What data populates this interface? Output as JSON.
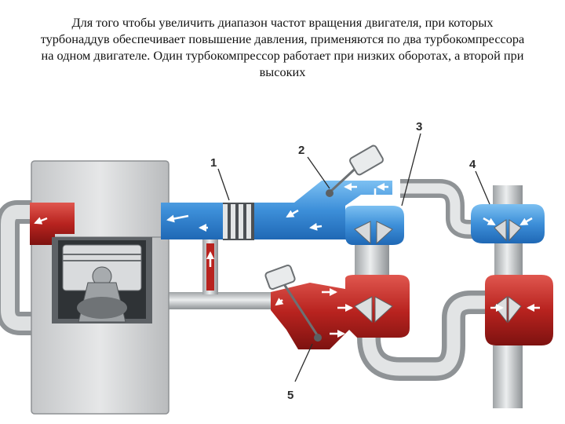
{
  "caption": {
    "lines": [
      "Для того чтобы увеличить диапазон частот вращения двигателя, при которых",
      "турбонаддув обеспечивает повышение давления, применяются по два турбокомпрессора",
      "на одном двигателе. Один турбокомпрессор работает при низких оборотах, а второй при",
      "высоких"
    ]
  },
  "callouts": {
    "c1": "1",
    "c2": "2",
    "c3": "3",
    "c4": "4",
    "c5": "5"
  },
  "colors": {
    "intake": "#3d8fd9",
    "exhaust": "#b8231f",
    "pipe": "#c9ccce",
    "engine": "#d6d8da"
  }
}
